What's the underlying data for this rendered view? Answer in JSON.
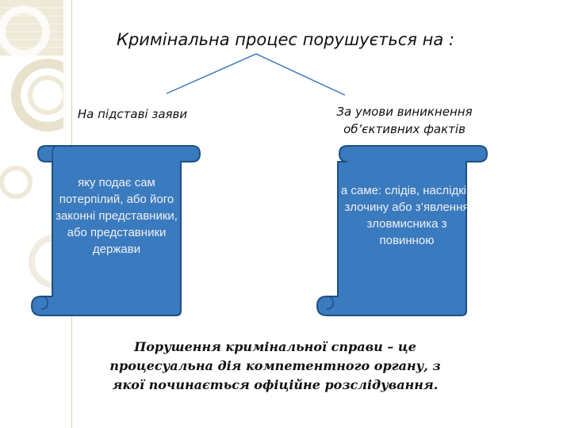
{
  "slide": {
    "title": "Кримінальна процес порушується на :",
    "left_branch": {
      "label": "На підставі заяви",
      "scroll_text": "яку подає сам потерпілий, або його законні представники, або представники держави"
    },
    "right_branch": {
      "label_line1": "За умови виникнення",
      "label_line2": "об’єктивних фактів",
      "scroll_text": "а саме: слідів, наслідків злочину або з’явлення зловмисника з повинною"
    },
    "footer_line1": "Порушення кримінальної справи – це",
    "footer_line2": "процесуальна дія компетентного органу, з",
    "footer_line3": "якої починається офіційне розслідування."
  },
  "colors": {
    "scroll_fill": "#3a7abf",
    "scroll_stroke": "#1f4f82",
    "scroll_text": "#f2f2f2",
    "deco": "#e8e1cc",
    "arrow": "#3a7abf"
  }
}
